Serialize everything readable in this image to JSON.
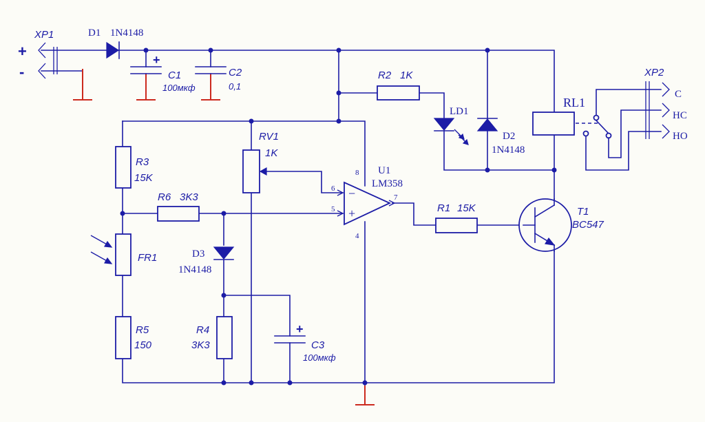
{
  "connectors": {
    "xp1": {
      "ref": "XP1",
      "plus": "+",
      "minus": "-"
    },
    "xp2": {
      "ref": "XP2",
      "pins": [
        "C",
        "НС",
        "НО"
      ]
    }
  },
  "components": {
    "d1": {
      "ref": "D1",
      "value": "1N4148"
    },
    "c1": {
      "ref": "C1",
      "value": "100мкф",
      "polarity": "+"
    },
    "c2": {
      "ref": "C2",
      "value": "0,1"
    },
    "r2": {
      "ref": "R2",
      "value": "1K"
    },
    "ld1": {
      "ref": "LD1"
    },
    "d2": {
      "ref": "D2",
      "value": "1N4148"
    },
    "rl1": {
      "ref": "RL1"
    },
    "rv1": {
      "ref": "RV1",
      "value": "1K"
    },
    "r3": {
      "ref": "R3",
      "value": "15K"
    },
    "r6": {
      "ref": "R6",
      "value": "3K3"
    },
    "u1": {
      "ref": "U1",
      "value": "LM358",
      "minus": "−",
      "plus": "+",
      "pins": {
        "p8": "8",
        "p6": "6",
        "p5": "5",
        "p7": "7",
        "p4": "4"
      }
    },
    "r1": {
      "ref": "R1",
      "value": "15K"
    },
    "t1": {
      "ref": "T1",
      "value": "BC547"
    },
    "fr1": {
      "ref": "FR1"
    },
    "d3": {
      "ref": "D3",
      "value": "1N4148"
    },
    "r4": {
      "ref": "R4",
      "value": "3K3"
    },
    "c3": {
      "ref": "C3",
      "value": "100мкф",
      "polarity": "+"
    },
    "r5": {
      "ref": "R5",
      "value": "150"
    }
  }
}
